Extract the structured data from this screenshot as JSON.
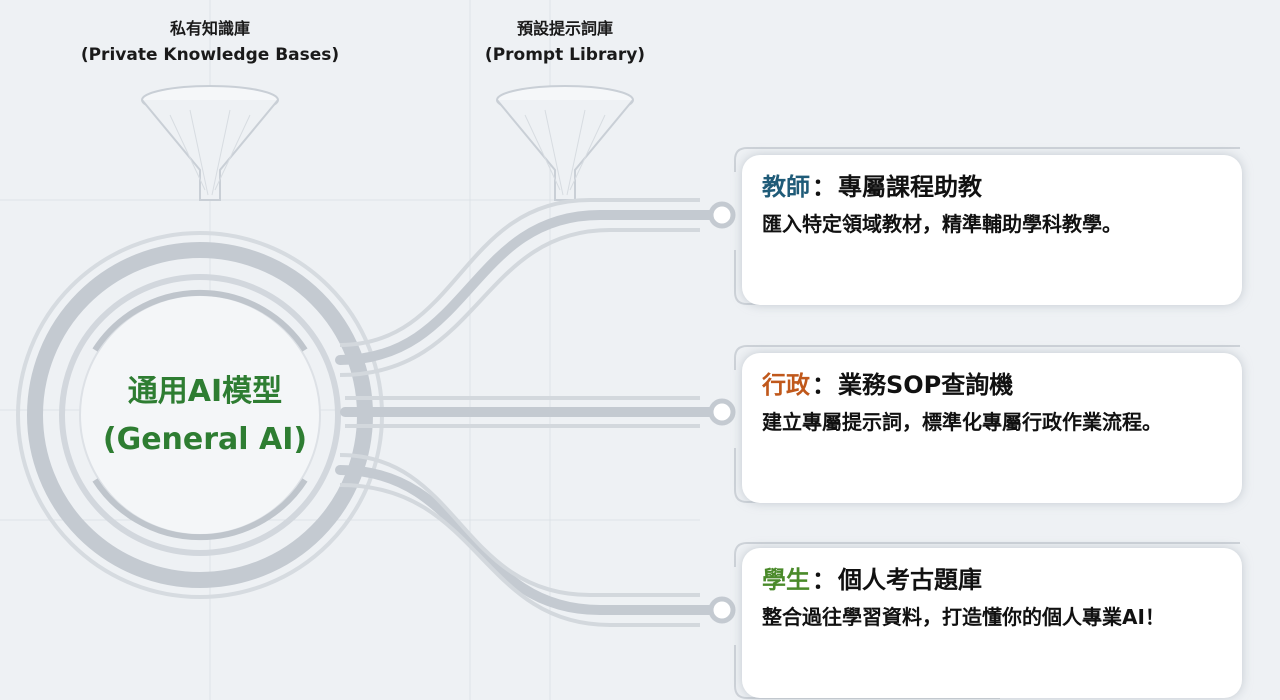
{
  "funnels": [
    {
      "zh": "私有知識庫",
      "en": "(Private Knowledge Bases)"
    },
    {
      "zh": "預設提示詞庫",
      "en": "(Prompt Library)"
    }
  ],
  "core": {
    "zh": "通用AI模型",
    "en": "(General AI)",
    "color": "#2e7d32"
  },
  "cards": [
    {
      "role": "教師",
      "sep": "：",
      "title": "專屬課程助教",
      "desc": "匯入特定領域教材，精準輔助學科教學。",
      "role_color": "#1f5b78"
    },
    {
      "role": "行政",
      "sep": "：",
      "title": "業務SOP查詢機",
      "desc": "建立專屬提示詞，標準化專屬行政作業流程。",
      "role_color": "#c0581b"
    },
    {
      "role": "學生",
      "sep": "：",
      "title": "個人考古題庫",
      "desc": "整合過往學習資料，打造懂你的個人專業AI！",
      "role_color": "#4a8a2a"
    }
  ]
}
